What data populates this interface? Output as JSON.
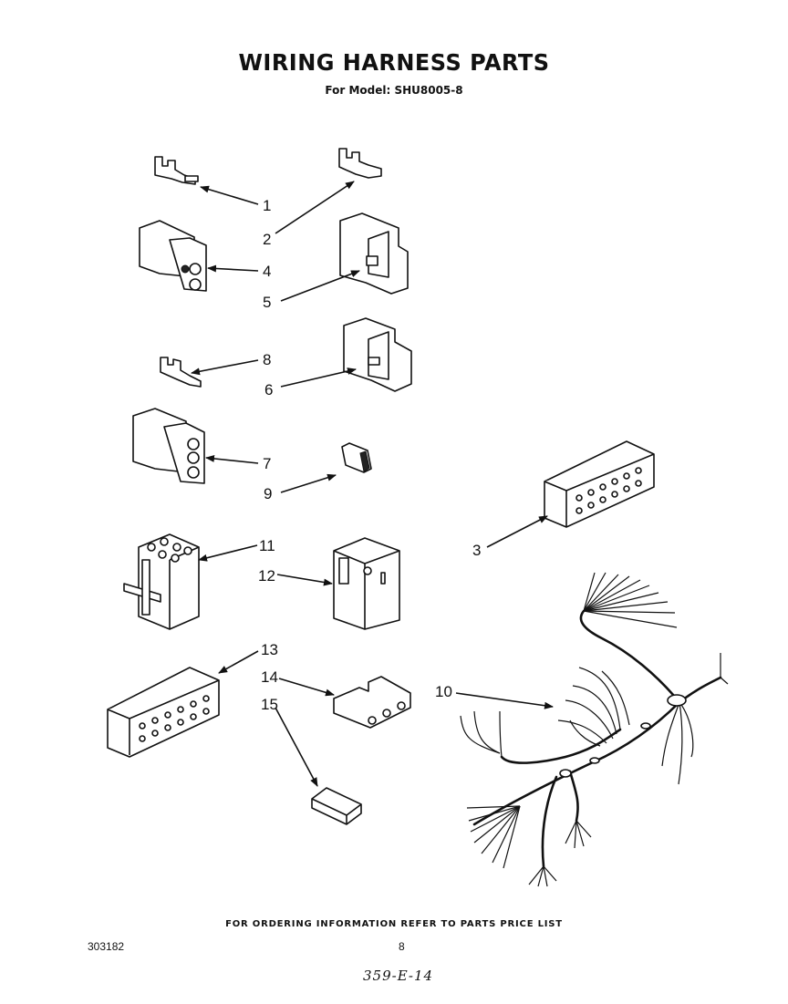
{
  "title": "WIRING HARNESS PARTS",
  "subtitle": "For Model: SHU8005-8",
  "parts": [
    {
      "key": "callout_1",
      "label": "1"
    },
    {
      "key": "callout_2",
      "label": "2"
    },
    {
      "key": "callout_3",
      "label": "3"
    },
    {
      "key": "callout_4",
      "label": "4"
    },
    {
      "key": "callout_5",
      "label": "5"
    },
    {
      "key": "callout_6",
      "label": "6"
    },
    {
      "key": "callout_7",
      "label": "7"
    },
    {
      "key": "callout_8",
      "label": "8"
    },
    {
      "key": "callout_9",
      "label": "9"
    },
    {
      "key": "callout_10",
      "label": "10"
    },
    {
      "key": "callout_11",
      "label": "11"
    },
    {
      "key": "callout_12",
      "label": "12"
    },
    {
      "key": "callout_13",
      "label": "13"
    },
    {
      "key": "callout_14",
      "label": "14"
    },
    {
      "key": "callout_15",
      "label": "15"
    }
  ],
  "footer": {
    "ordering_note": "FOR ORDERING INFORMATION REFER TO PARTS PRICE LIST",
    "doc_number": "303182",
    "page_number": "8",
    "handwritten_code": "359-E-14"
  }
}
